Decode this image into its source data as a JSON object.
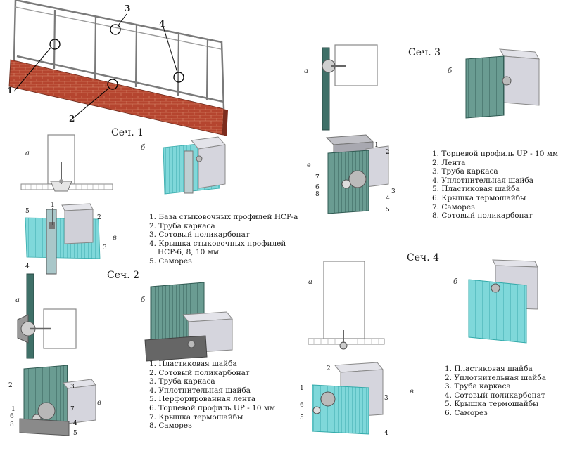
{
  "callouts_overview": [
    "1",
    "2",
    "3",
    "4"
  ],
  "sections": {
    "s1": {
      "title": "Сеч. 1",
      "sub": [
        "а",
        "б",
        "в"
      ],
      "nums": [
        "1",
        "2",
        "3",
        "4",
        "5"
      ],
      "legend": [
        "1. База стыковочных профилей HCP-a",
        "2. Труба каркаса",
        "3. Сотовый поликарбонат",
        "4. Крышка стыковочных профилей",
        "   HCP-6, 8, 10 мм",
        "5. Саморез"
      ]
    },
    "s2": {
      "title": "Сеч. 2",
      "sub": [
        "а",
        "б",
        "в"
      ],
      "nums": [
        "1",
        "2",
        "3",
        "4",
        "5",
        "6",
        "7",
        "8"
      ],
      "legend": [
        "1. Пластиковая шайба",
        "2. Сотовый поликарбонат",
        "3. Труба каркаса",
        "4. Уплотнительная шайба",
        "5. Перфорированная лента",
        "6. Торцевой профиль UP - 10 мм",
        "7. Крышка термошайбы",
        "8. Саморез"
      ]
    },
    "s3": {
      "title": "Сеч. 3",
      "sub": [
        "а",
        "б",
        "в"
      ],
      "nums": [
        "1",
        "2",
        "3",
        "4",
        "5",
        "6",
        "7",
        "8"
      ],
      "legend": [
        "1. Торцевой профиль UP - 10 мм",
        "2. Лента",
        "3. Труба каркаса",
        "4. Уплотнительная шайба",
        "5. Пластиковая шайба",
        "6. Крышка термошайбы",
        "7. Саморез",
        "8. Сотовый поликарбонат"
      ]
    },
    "s4": {
      "title": "Сеч. 4",
      "sub": [
        "а",
        "б",
        "в"
      ],
      "nums": [
        "1",
        "2",
        "3",
        "4",
        "5",
        "6"
      ],
      "legend": [
        "1. Пластиковая шайба",
        "2. Уплотнительная шайба",
        "3. Труба каркаса",
        "4. Сотовый поликарбонат",
        "5. Крышка термошайбы",
        "6. Саморез"
      ]
    }
  },
  "colors": {
    "brick": "#b5452f",
    "frame": "#7a7a7a",
    "poly": "#6fd1d4",
    "polyDark": "#4f8f86",
    "metal": "#c9c9cf"
  }
}
